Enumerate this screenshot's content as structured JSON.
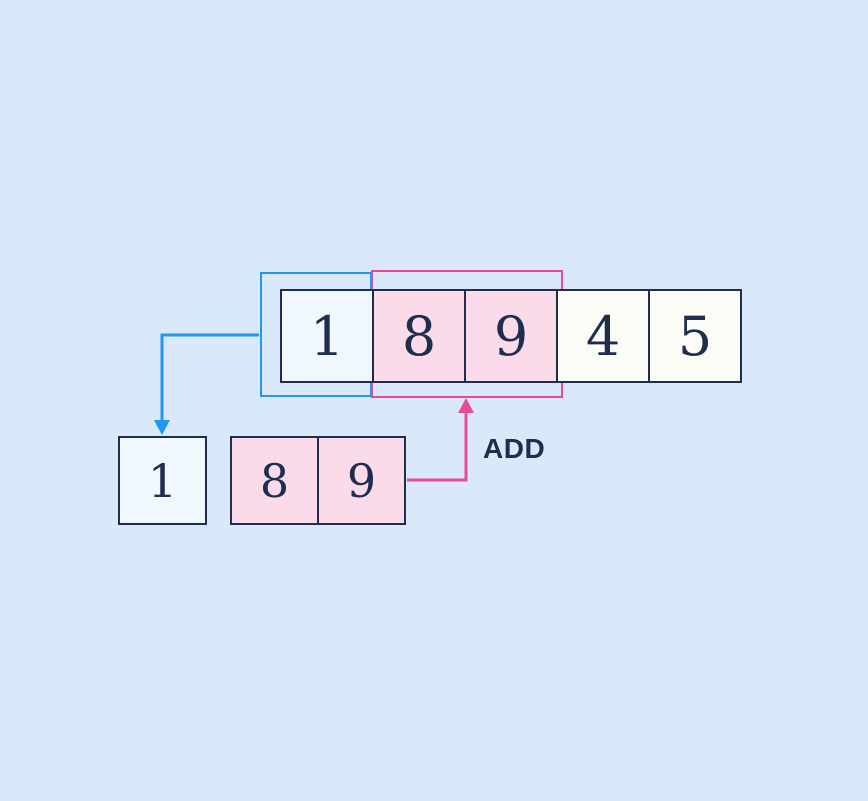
{
  "labels": {
    "add": "ADD"
  },
  "main_array": {
    "cells": [
      {
        "value": "1",
        "highlighted": false
      },
      {
        "value": "8",
        "highlighted": true
      },
      {
        "value": "9",
        "highlighted": true
      },
      {
        "value": "4",
        "highlighted": false
      },
      {
        "value": "5",
        "highlighted": false
      }
    ]
  },
  "extracted_cell": {
    "value": "1",
    "highlighted": false
  },
  "sub_array": {
    "cells": [
      {
        "value": "8",
        "highlighted": true
      },
      {
        "value": "9",
        "highlighted": true
      }
    ]
  },
  "icons": {
    "blue_arrow": "arrow-down",
    "pink_arrow": "arrow-up"
  },
  "colors": {
    "bg": "#d9e9fa",
    "cell-border": "#1f2d4e",
    "text": "#1f2d4e",
    "plain-fill": "#fcfcf7",
    "blue-cell-fill": "#f0f7fd",
    "pink-fill": "#fbdbea",
    "blue-accent": "#2196f3",
    "pink-accent": "#ec4899"
  }
}
